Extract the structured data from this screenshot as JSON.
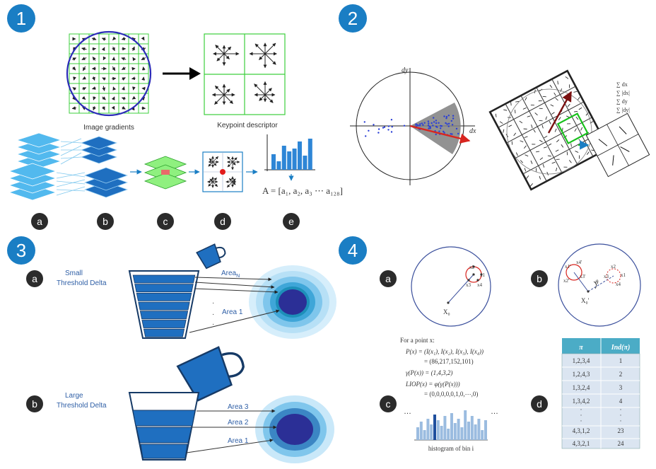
{
  "colors": {
    "badge_blue": "#1a7ec4",
    "badge_dark": "#2b2b2b",
    "layer_blue": "#1f6fc0",
    "layer_light": "#52b9ee",
    "grid_green": "#3ccf3c",
    "arrow_red": "#d8251f",
    "label_blue": "#2f5fa6",
    "table_header": "#4bacc6",
    "table_row": "#dbe5f1"
  },
  "panels": {
    "p1": {
      "number": "1",
      "gradients_label": "Image gradients",
      "descriptor_label": "Keypoint descriptor",
      "steps": [
        "a",
        "b",
        "c",
        "d",
        "e"
      ],
      "vector_formula": "A = [a₁, a₂, a₃ ⋯ a₁₂₈]"
    },
    "p2": {
      "number": "2",
      "axis_y": "dy",
      "axis_x": "dx",
      "sums": [
        "∑ dx",
        "∑ |dx|",
        "∑ dy",
        "∑ |dy|"
      ]
    },
    "p3": {
      "number": "3",
      "a": {
        "letter": "a",
        "title_line1": "Small",
        "title_line2": "Threshold Delta",
        "area_n": "Area",
        "area_n_sub": "N",
        "area_1": "Area 1",
        "dots": "·"
      },
      "b": {
        "letter": "b",
        "title_line1": "Large",
        "title_line2": "Threshold Delta",
        "area_3": "Area 3",
        "area_2": "Area 2",
        "area_1": "Area 1"
      }
    },
    "p4": {
      "number": "4",
      "a": {
        "letter": "a",
        "center": "X₀",
        "points": [
          "x2",
          "x1",
          "x3",
          "x4"
        ]
      },
      "b": {
        "letter": "b",
        "center": "X₀'",
        "theta": "θ",
        "points_left": [
          "x1'",
          "x4'",
          "x3'",
          "x2'"
        ],
        "points_right": [
          "x2",
          "x1",
          "x3",
          "x4"
        ]
      },
      "c": {
        "letter": "c",
        "lines": [
          "For a point x:",
          "P(x) = (I(x₁), I(x₂), I(x₃), I(x₄))",
          "= (86,217,152,101)",
          "γ(P(x)) = (1,4,3,2)",
          "LIOP(x) = φ(γ(P(x)))",
          "= (0,0,0,0,0,1,0,⋯,0)"
        ],
        "ellipsis": "…",
        "histogram_label": "histogram of bin i"
      },
      "d": {
        "letter": "d",
        "headers": [
          "π",
          "Ind(π)"
        ],
        "rows": [
          [
            "1,2,3,4",
            "1"
          ],
          [
            "1,2,4,3",
            "2"
          ],
          [
            "1,3,2,4",
            "3"
          ],
          [
            "1,3,4,2",
            "4"
          ],
          [
            "·",
            "·"
          ],
          [
            "4,3,1,2",
            "23"
          ],
          [
            "4,3,2,1",
            "24"
          ]
        ]
      }
    }
  }
}
